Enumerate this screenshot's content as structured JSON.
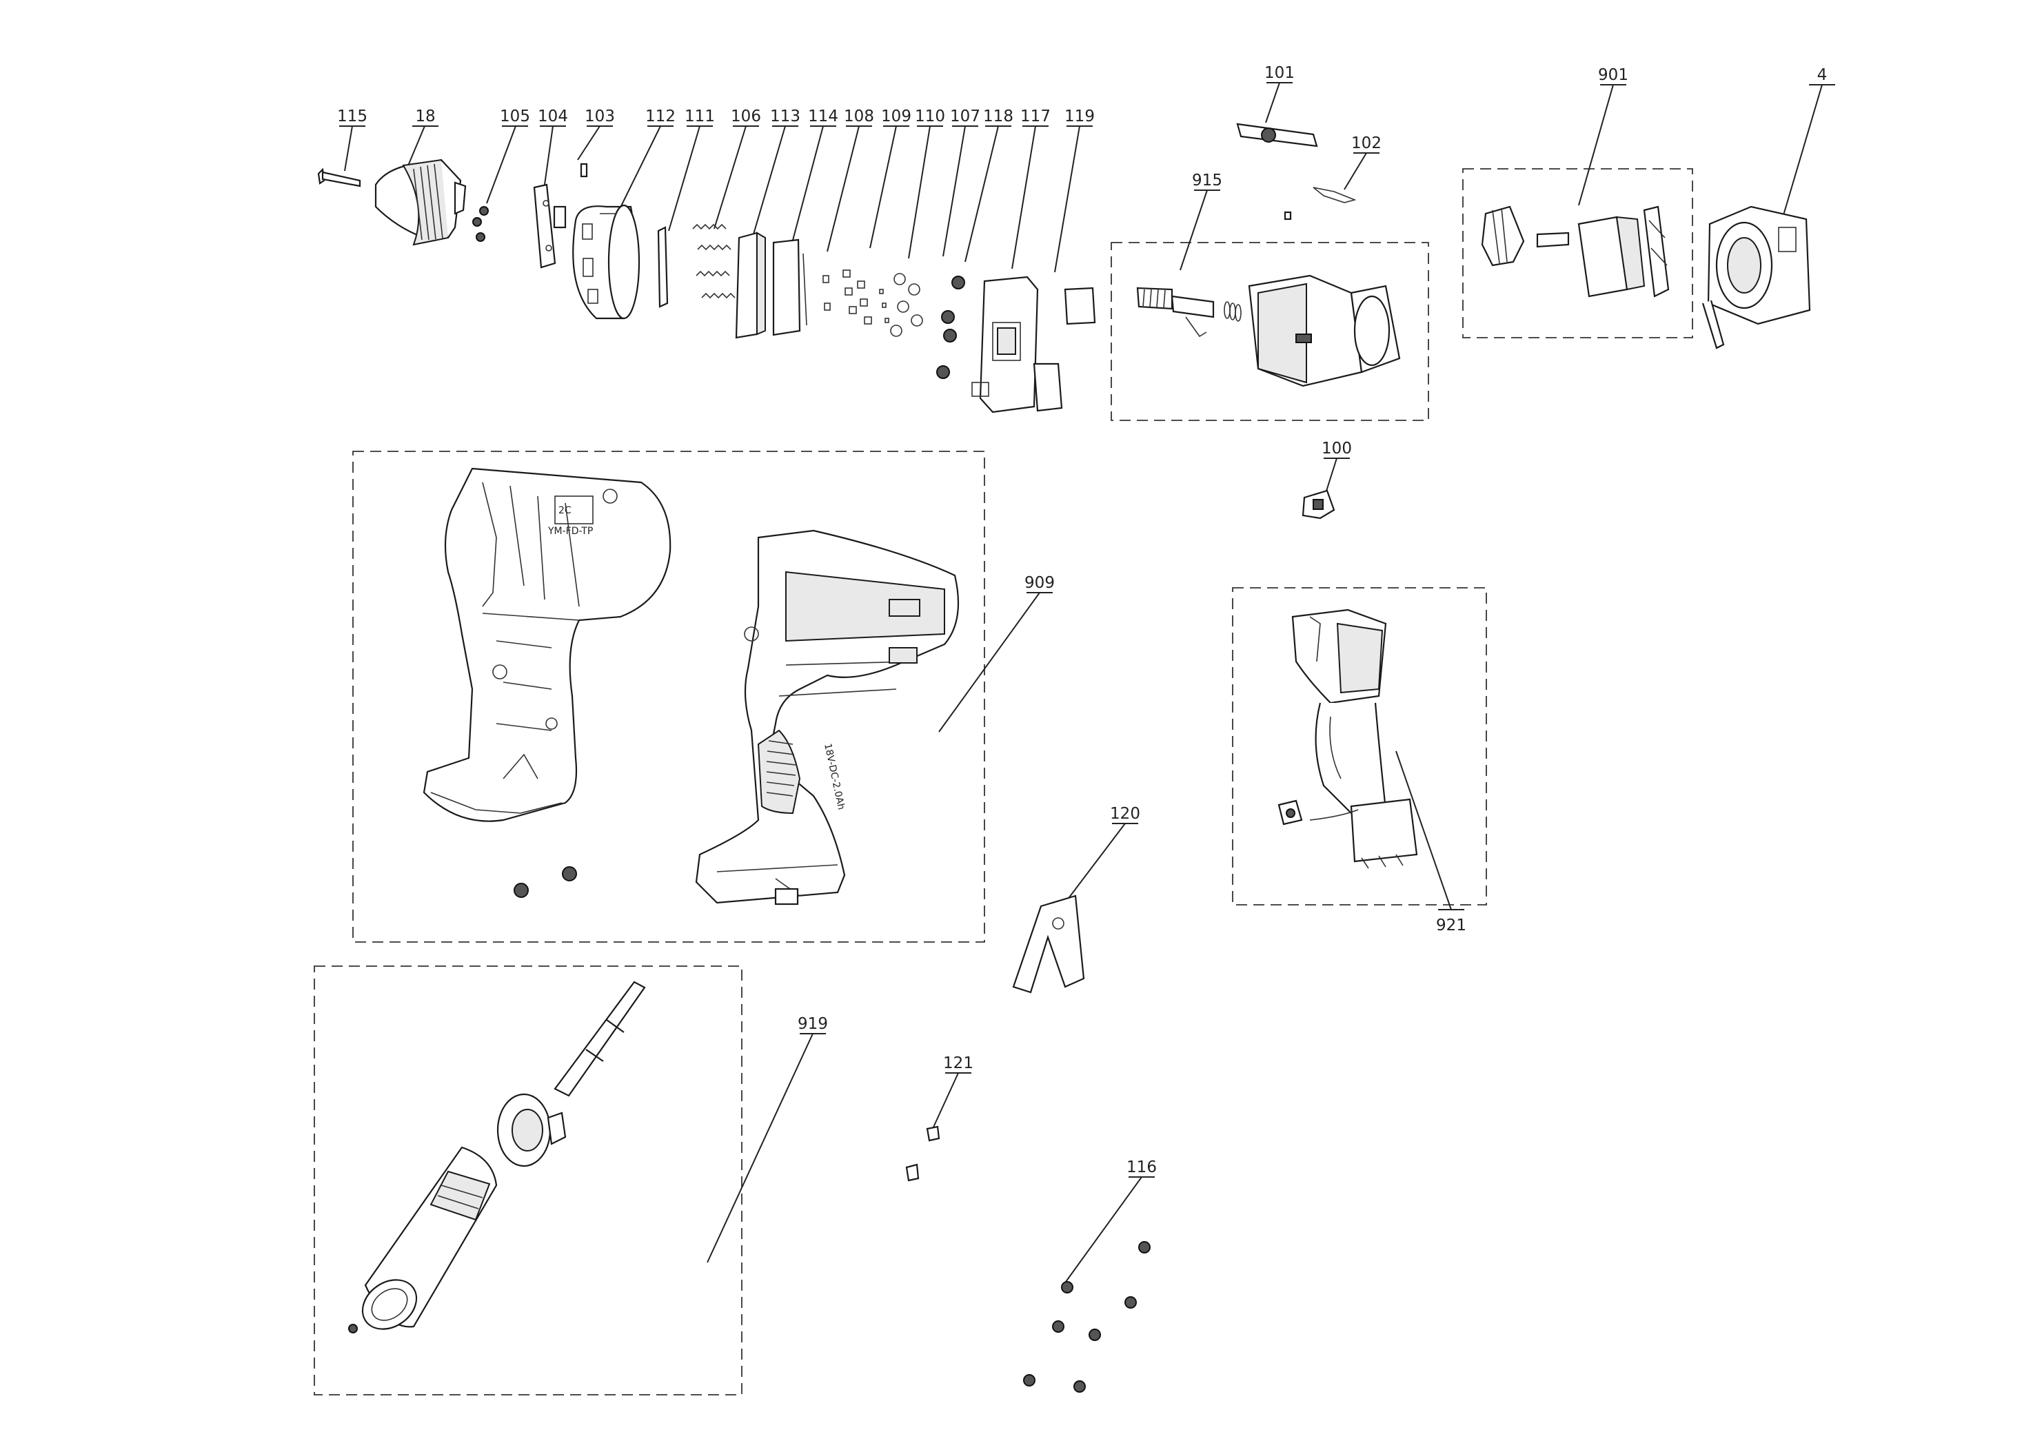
{
  "diagram": {
    "type": "exploded-parts-diagram",
    "line_color": "#222222",
    "background": "#ffffff"
  },
  "labels": {
    "p115": "115",
    "p18": "18",
    "p105": "105",
    "p104": "104",
    "p103": "103",
    "p112": "112",
    "p111": "111",
    "p106": "106",
    "p113": "113",
    "p114": "114",
    "p108": "108",
    "p109": "109",
    "p110": "110",
    "p107": "107",
    "p118": "118",
    "p117": "117",
    "p119": "119",
    "p101": "101",
    "p102": "102",
    "p915": "915",
    "p901": "901",
    "p4": "4",
    "p100": "100",
    "p909": "909",
    "p921": "921",
    "p120": "120",
    "p919": "919",
    "p121": "121",
    "p116": "116"
  },
  "housing_print": {
    "left_half": "2C",
    "left_half_code": "YM-FD-TP",
    "right_half_code": "18V-DC-2.0Ah"
  }
}
